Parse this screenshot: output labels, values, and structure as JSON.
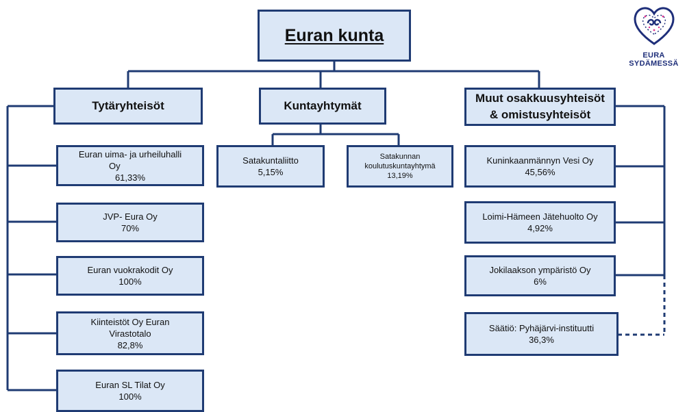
{
  "root": {
    "title": "Euran kunta"
  },
  "groups": {
    "left": {
      "title": "Tytäryhteisöt"
    },
    "middle": {
      "title": "Kuntayhtymät"
    },
    "right": {
      "title_line1": "Muut osakkuusyhteisöt",
      "title_line2": "& omistusyhteisöt"
    }
  },
  "subsidiaries": [
    {
      "name_line1": "Euran uima- ja urheiluhalli",
      "name_line2": "Oy",
      "share": "61,33%"
    },
    {
      "name_line1": "JVP- Eura Oy",
      "name_line2": "",
      "share": "70%"
    },
    {
      "name_line1": "Euran vuokrakodit Oy",
      "name_line2": "",
      "share": "100%"
    },
    {
      "name_line1": "Kiinteistöt Oy Euran",
      "name_line2": "Virastotalo",
      "share": "82,8%"
    },
    {
      "name_line1": "Euran SL Tilat Oy",
      "name_line2": "",
      "share": "100%"
    }
  ],
  "federations": [
    {
      "name_line1": "Satakuntaliitto",
      "name_line2": "",
      "share": "5,15%"
    },
    {
      "name_line1": "Satakunnan",
      "name_line2": "koulutuskuntayhtymä",
      "share": "13,19%"
    }
  ],
  "associates": [
    {
      "name": "Kuninkaanmännyn Vesi Oy",
      "share": "45,56%"
    },
    {
      "name": "Loimi-Hämeen Jätehuolto Oy",
      "share": "4,92%"
    },
    {
      "name": "Jokilaakson ympäristö Oy",
      "share": "6%"
    },
    {
      "name": "Säätiö: Pyhäjärvi-instituutti",
      "share": "36,3%"
    }
  ],
  "logo": {
    "line1": "EURA",
    "line2": "SYDÄMESSÄ",
    "icon": "heart-swirl-icon"
  },
  "colors": {
    "line": "#1f3b73",
    "box_fill": "#dbe7f6",
    "logo": "#1f2f7a",
    "logo_dots": "#e0338f"
  }
}
